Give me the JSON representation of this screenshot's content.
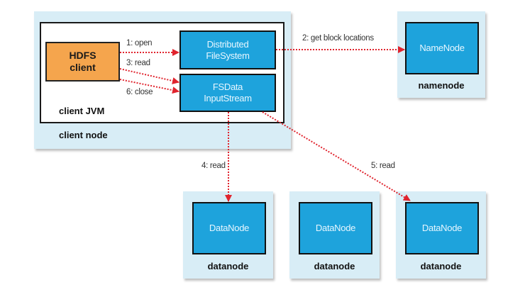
{
  "diagram": {
    "client_node": {
      "label": "client node",
      "jvm": {
        "label": "client JVM",
        "hdfs_client": {
          "line1": "HDFS",
          "line2": "client"
        },
        "distributed_fs": {
          "line1": "Distributed",
          "line2": "FileSystem"
        },
        "fsdata_stream": {
          "line1": "FSData",
          "line2": "InputStream"
        }
      }
    },
    "namenode": {
      "inner": "NameNode",
      "label": "namenode"
    },
    "datanodes": [
      {
        "inner": "DataNode",
        "label": "datanode"
      },
      {
        "inner": "DataNode",
        "label": "datanode"
      },
      {
        "inner": "DataNode",
        "label": "datanode"
      }
    ],
    "edges": {
      "open": "1: open",
      "get_block_locations": "2: get block locations",
      "read": "3: read",
      "read_dn1": "4: read",
      "read_dn3": "5: read",
      "close": "6: close"
    },
    "colors": {
      "panel": "#d8edf6",
      "component": "#1ea3dc",
      "client": "#f5a54d",
      "arrow": "#e0242e"
    }
  }
}
